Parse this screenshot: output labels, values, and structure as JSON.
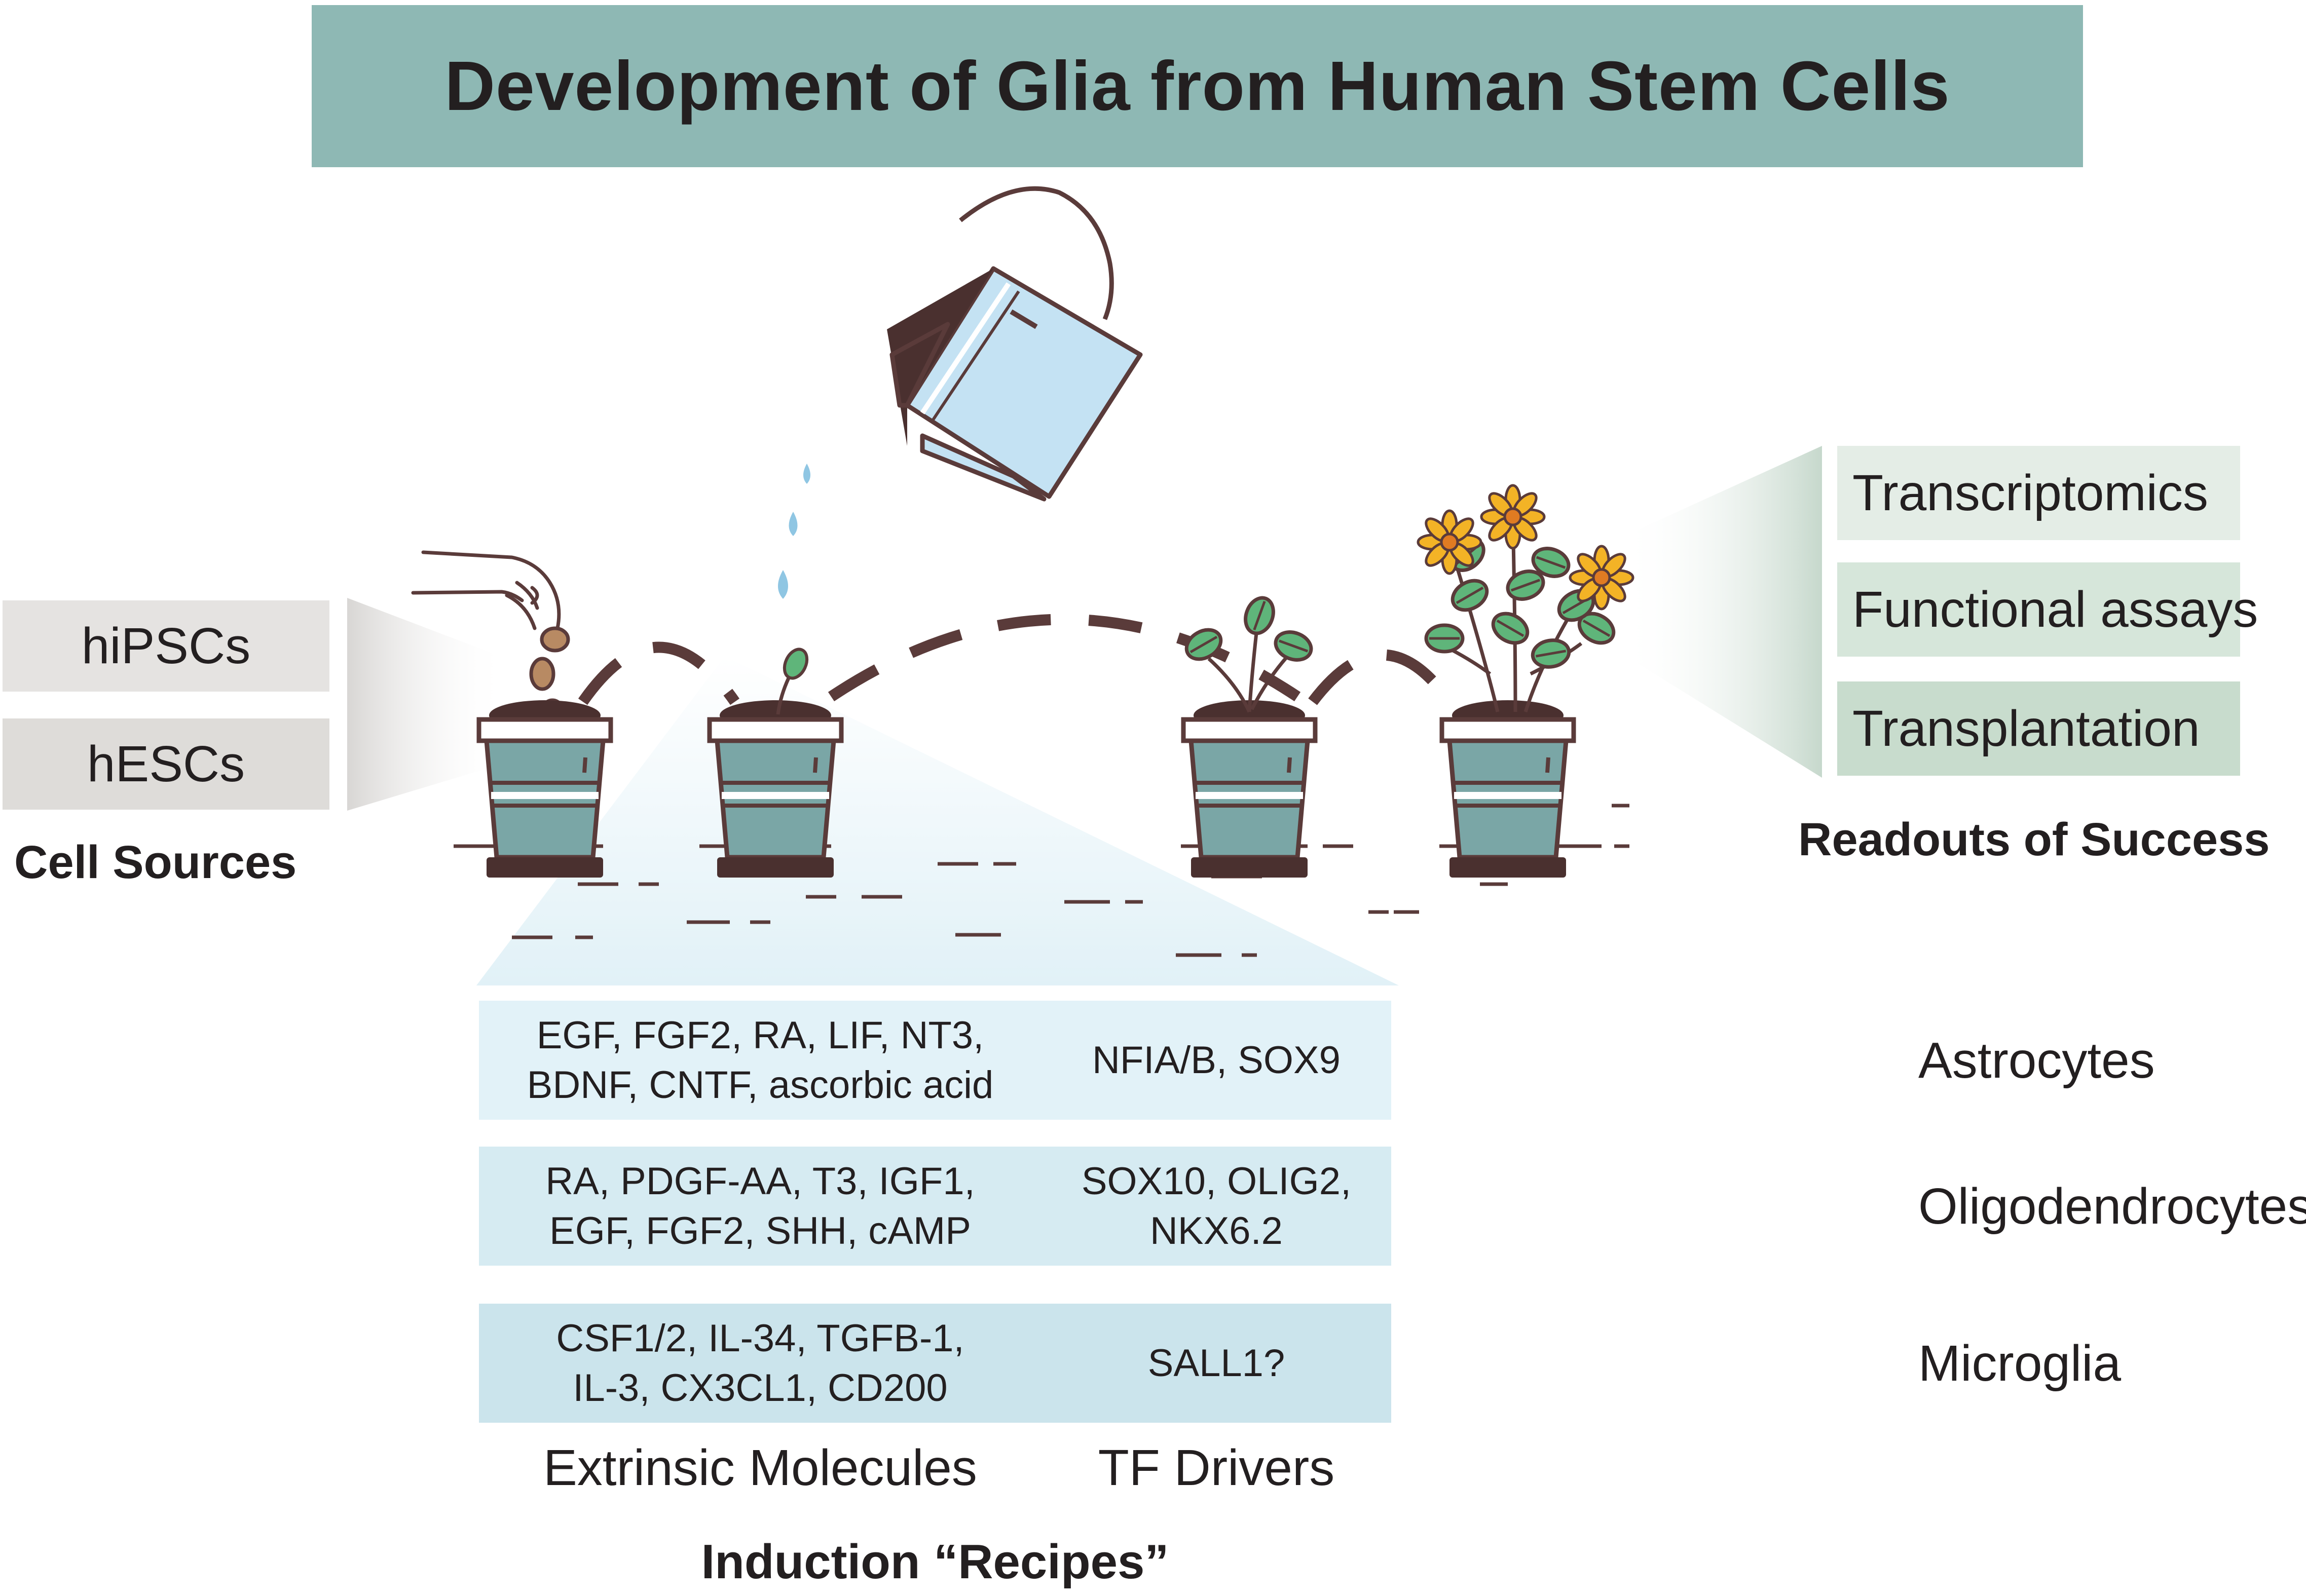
{
  "title": "Development of Glia from Human Stem Cells",
  "cell_sources": {
    "items": [
      "hiPSCs",
      "hESCs"
    ],
    "heading": "Cell Sources"
  },
  "readouts": {
    "items": [
      "Transcriptomics",
      "Functional assays",
      "Transplantation"
    ],
    "heading": "Readouts of Success"
  },
  "recipes": {
    "rows": [
      {
        "extrinsic": [
          "EGF, FGF2, RA, LIF, NT3,",
          "BDNF, CNTF, ascorbic acid"
        ],
        "tf": [
          "NFIA/B, SOX9"
        ],
        "cell_type": "Astrocytes"
      },
      {
        "extrinsic": [
          "RA, PDGF-AA, T3, IGF1,",
          "EGF, FGF2, SHH, cAMP"
        ],
        "tf": [
          "SOX10, OLIG2,",
          "NKX6.2"
        ],
        "cell_type": "Oligodendrocytes"
      },
      {
        "extrinsic": [
          "CSF1/2, IL-34, TGFB-1,",
          "IL-3, CX3CL1, CD200"
        ],
        "tf": [
          "SALL1?"
        ],
        "cell_type": "Microglia"
      }
    ],
    "col_extrinsic": "Extrinsic Molecules",
    "col_tf": "TF Drivers",
    "heading": "Induction “Recipes”"
  },
  "colors": {
    "title_bg": "#8eb8b4",
    "source_box": "#e5e3e1",
    "readout_box": "#dbe7df",
    "recipe_row": "#cfe6ee",
    "pot": "#7aa6a6",
    "outline": "#5a3b3a",
    "leaf": "#5fb57a",
    "flower": "#f3b326",
    "water": "#c4e2f3"
  }
}
